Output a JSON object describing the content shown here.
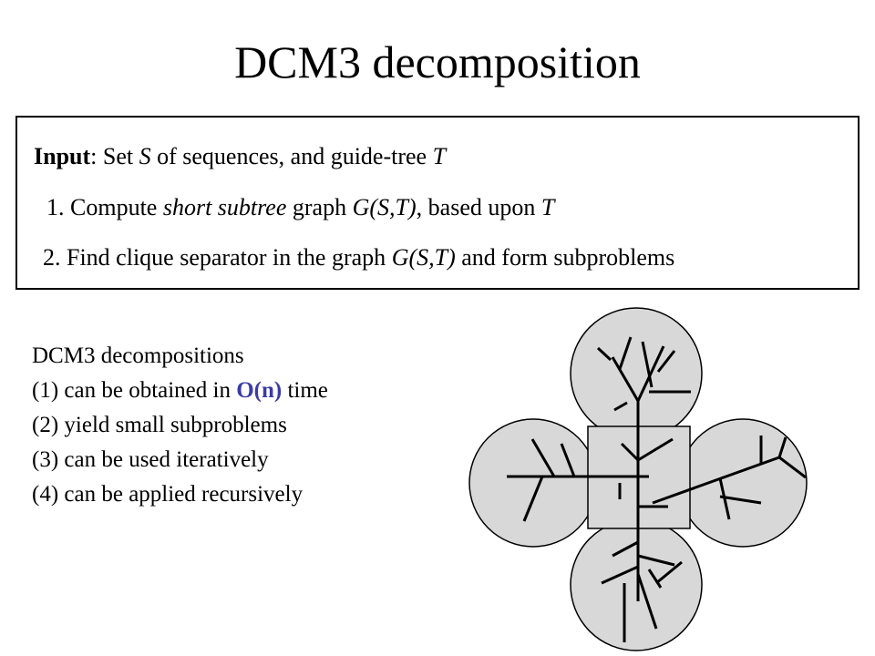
{
  "slide": {
    "title": "DCM3 decomposition",
    "colors": {
      "text": "#000000",
      "accent": "#3b3ba7",
      "circle_fill": "#d8d8d8"
    }
  },
  "input_box": {
    "line0": {
      "label": "Input",
      "colon_text": ": Set ",
      "var_s": "S",
      "rest": " of sequences, and guide-tree ",
      "var_t": "T"
    },
    "line1": {
      "prefix": "1. Compute ",
      "italic1": "short subtree",
      "mid": " graph ",
      "italic2": "G(S,T)",
      "suffix": ", based upon ",
      "italic3": "T"
    },
    "line2": {
      "prefix": "2. Find clique separator in the graph ",
      "italic1": "G(S,T)",
      "suffix": " and form subproblems"
    }
  },
  "properties": {
    "heading": "DCM3 decompositions",
    "item1_prefix": "(1) can be obtained in ",
    "item1_accent": "O(n)",
    "item1_suffix": " time",
    "item2": "(2) yield small subproblems",
    "item3": "(3) can be used iteratively",
    "item4": "(4) can be applied recursively"
  }
}
